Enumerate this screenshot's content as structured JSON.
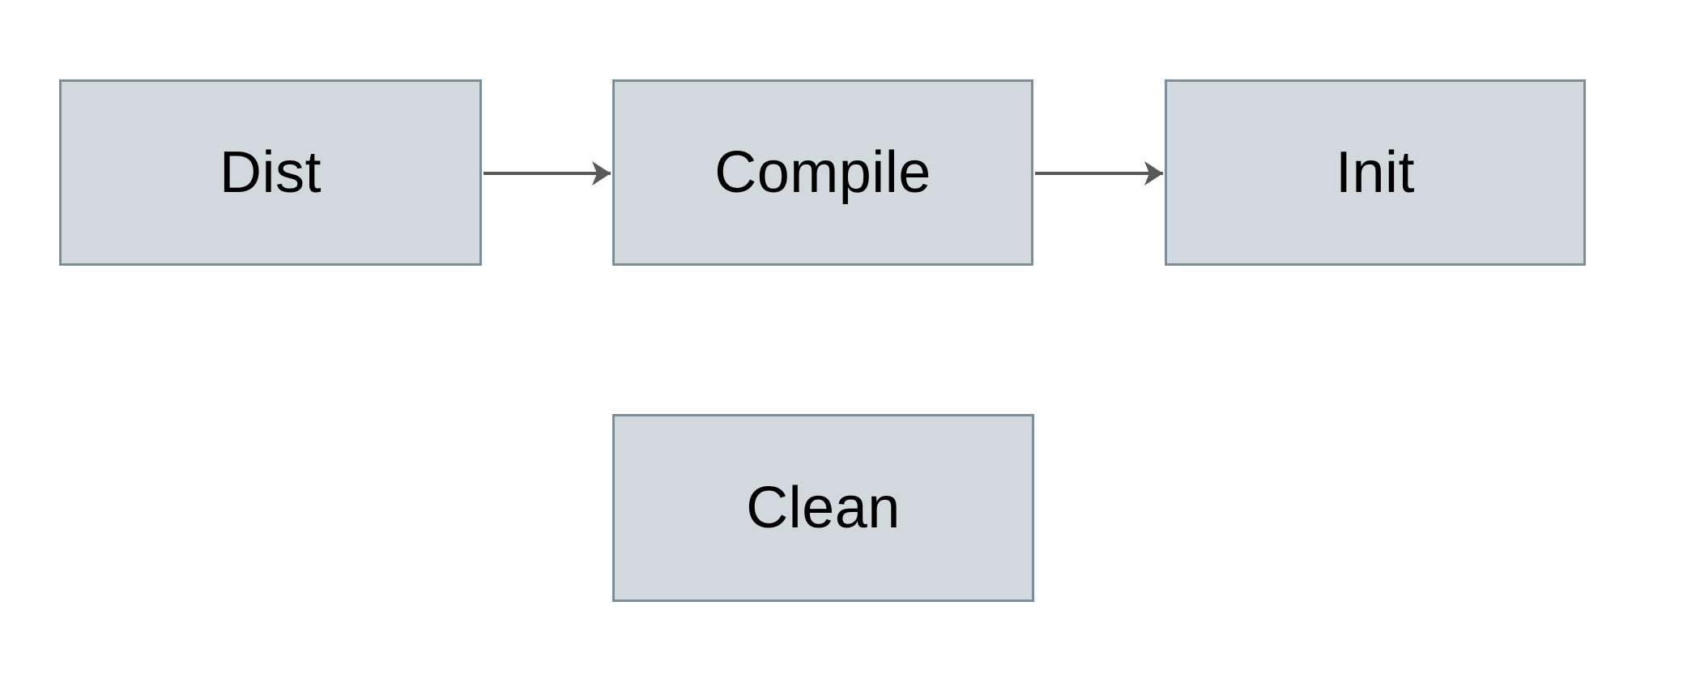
{
  "diagram": {
    "background_color": "#ffffff",
    "node_fill_color": "#d1d9dc",
    "node_border_color": "#7a8f9a",
    "arrow_color": "#595959",
    "text_color": "#000000",
    "nodes": [
      {
        "id": "dist",
        "label": "Dist"
      },
      {
        "id": "compile",
        "label": "Compile"
      },
      {
        "id": "init",
        "label": "Init"
      },
      {
        "id": "clean",
        "label": "Clean"
      }
    ],
    "edges": [
      {
        "from": "Dist",
        "to": "Compile"
      },
      {
        "from": "Compile",
        "to": "Init"
      }
    ]
  }
}
